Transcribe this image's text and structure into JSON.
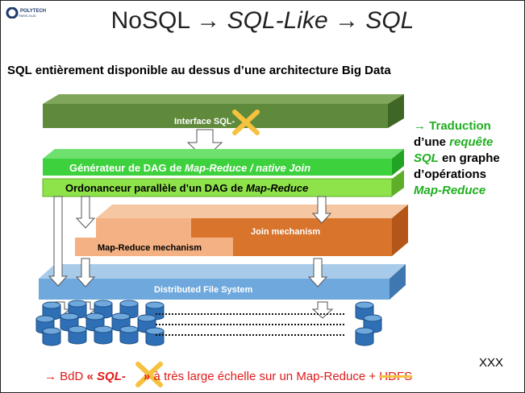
{
  "logo": {
    "name": "POLYTECH",
    "sub": "PARIS-SUD"
  },
  "title": {
    "part1": "NoSQL",
    "arrow1": "→",
    "part2": "SQL-Like",
    "arrow2": "→",
    "part3": "SQL"
  },
  "subtitle": "SQL entièrement disponible au dessus d’une architecture Big Data",
  "layers": {
    "interface": "Interface SQL-",
    "generator_a": "Générateur de DAG de ",
    "generator_b": "Map-Reduce / native Join",
    "scheduler_a": "Ordonanceur parallèle d’un DAG de ",
    "scheduler_b": "Map-Reduce",
    "join": "Join mechanism",
    "mapreduce": "Map-Reduce mechanism",
    "dfs": "Distributed File System"
  },
  "side_note": {
    "line1": "→ Traduction",
    "line2a": "d’une ",
    "line2b": "requête",
    "line3a": "SQL",
    "line3b": " en graphe",
    "line4": "d’opérations",
    "line5": "Map-Reduce"
  },
  "bottom": {
    "arrow_prefix": "→ BdD ",
    "quote_open": "« ",
    "sql_label": "SQL-",
    "quote_close": " »",
    "rest": " à très large échelle sur un Map-Reduce + ",
    "hdfs": "HDFS"
  },
  "annotation": "XXX",
  "colors": {
    "dark_green": "#5f8a3b",
    "bright_green": "#3dd23d",
    "light_green": "#8ee24a",
    "orange": "#d9742c",
    "peach": "#f4b183",
    "blue": "#6fa8dc",
    "cross": "#f6c23e",
    "accent_green": "#1fae1f",
    "accent_red": "#e01a1a"
  }
}
